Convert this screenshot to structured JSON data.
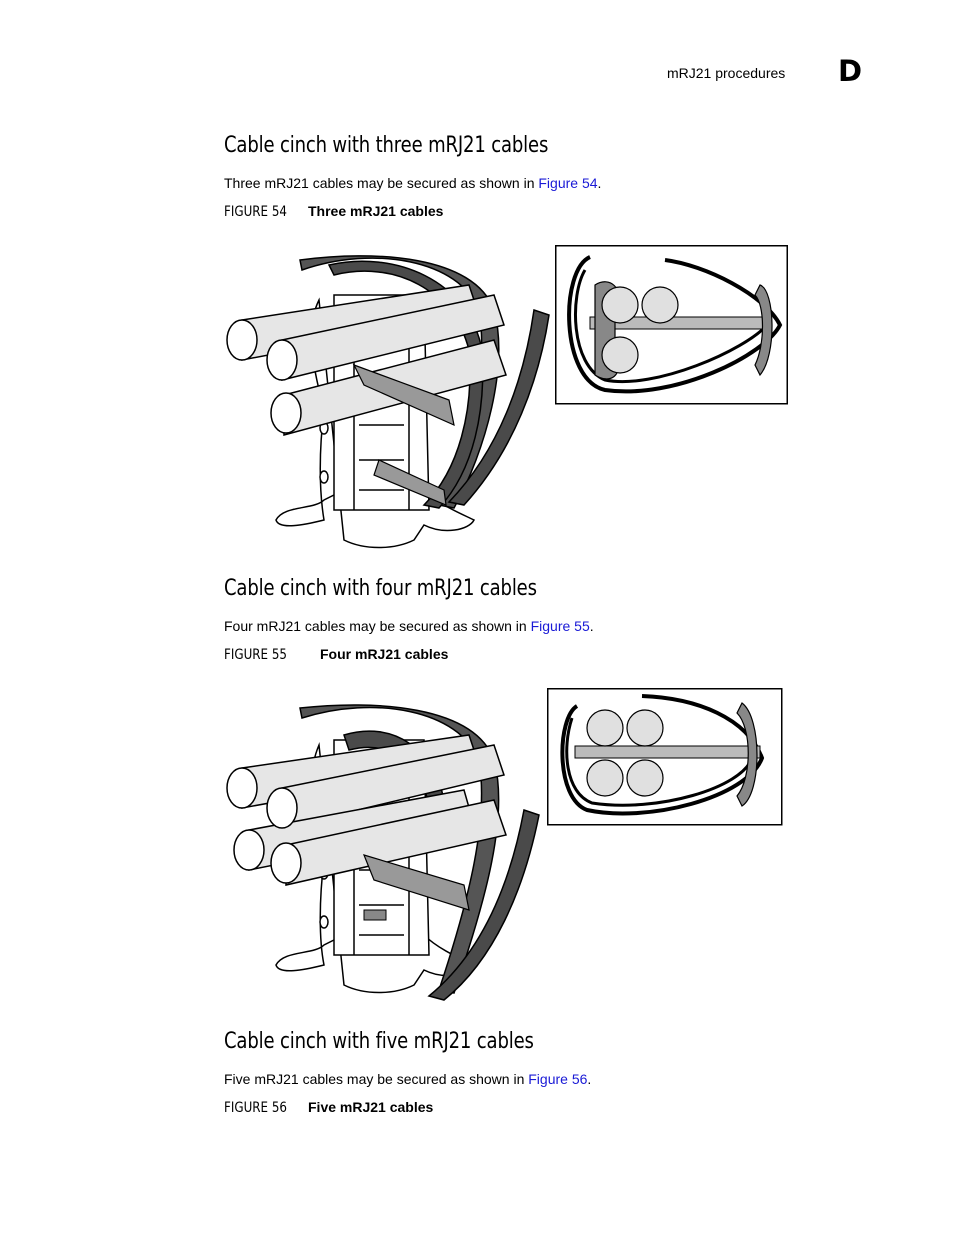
{
  "header": {
    "running_title": "mRJ21 procedures",
    "appendix_letter": "D"
  },
  "sections": [
    {
      "heading": "Cable cinch with three mRJ21 cables",
      "text_before": "Three mRJ21 cables may be secured as shown in ",
      "link": "Figure 54",
      "text_after": ".",
      "figure_label": "FIGURE 54",
      "figure_title": "Three mRJ21 cables"
    },
    {
      "heading": "Cable cinch with four mRJ21 cables",
      "text_before": "Four mRJ21 cables may be secured as shown in ",
      "link": "Figure 55",
      "text_after": ".",
      "figure_label": "FIGURE 55",
      "figure_title": "Four mRJ21 cables"
    },
    {
      "heading": "Cable cinch with five mRJ21 cables",
      "text_before": "Five mRJ21 cables may be secured as shown in ",
      "link": "Figure 56",
      "text_after": ".",
      "figure_label": "FIGURE 56",
      "figure_title": "Five mRJ21 cables"
    }
  ]
}
